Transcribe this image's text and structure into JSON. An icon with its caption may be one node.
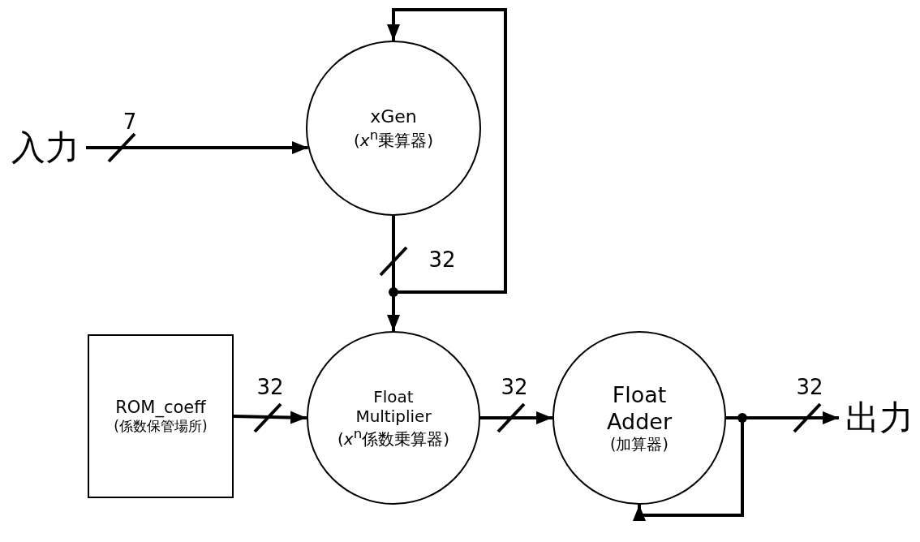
{
  "diagram": {
    "nodes": [
      {
        "text": [
          "入力"
        ]
      },
      {
        "text": [
          "xGen",
          "(*x*$^{n}$乗算器)"
        ]
      },
      {
        "text": [
          "ROM_coeff",
          "(係数保管場所)"
        ]
      },
      {
        "text": [
          "Float Multiplier",
          "(*x*$^{n}$係数乗算器)"
        ]
      },
      {
        "text": [
          "Float Adder",
          "(加算器)"
        ]
      },
      {
        "text": [
          "出力"
        ]
      }
    ],
    "edges": [
      {
        "from": 0,
        "to": 1,
        "arrow": "to",
        "label": "7"
      },
      {
        "from": 1,
        "to": 3,
        "arrow": "to",
        "label": "32"
      },
      {
        "from": 1,
        "to": 1,
        "arrow": "to"
      },
      {
        "from": 2,
        "to": 3,
        "arrow": "to",
        "label": "32"
      },
      {
        "from": 3,
        "to": 4,
        "arrow": "to",
        "label": "32"
      },
      {
        "from": 4,
        "to": 5,
        "arrow": "to",
        "label": "32"
      },
      {
        "from": 4,
        "to": 4,
        "arrow": "to"
      }
    ]
  }
}
